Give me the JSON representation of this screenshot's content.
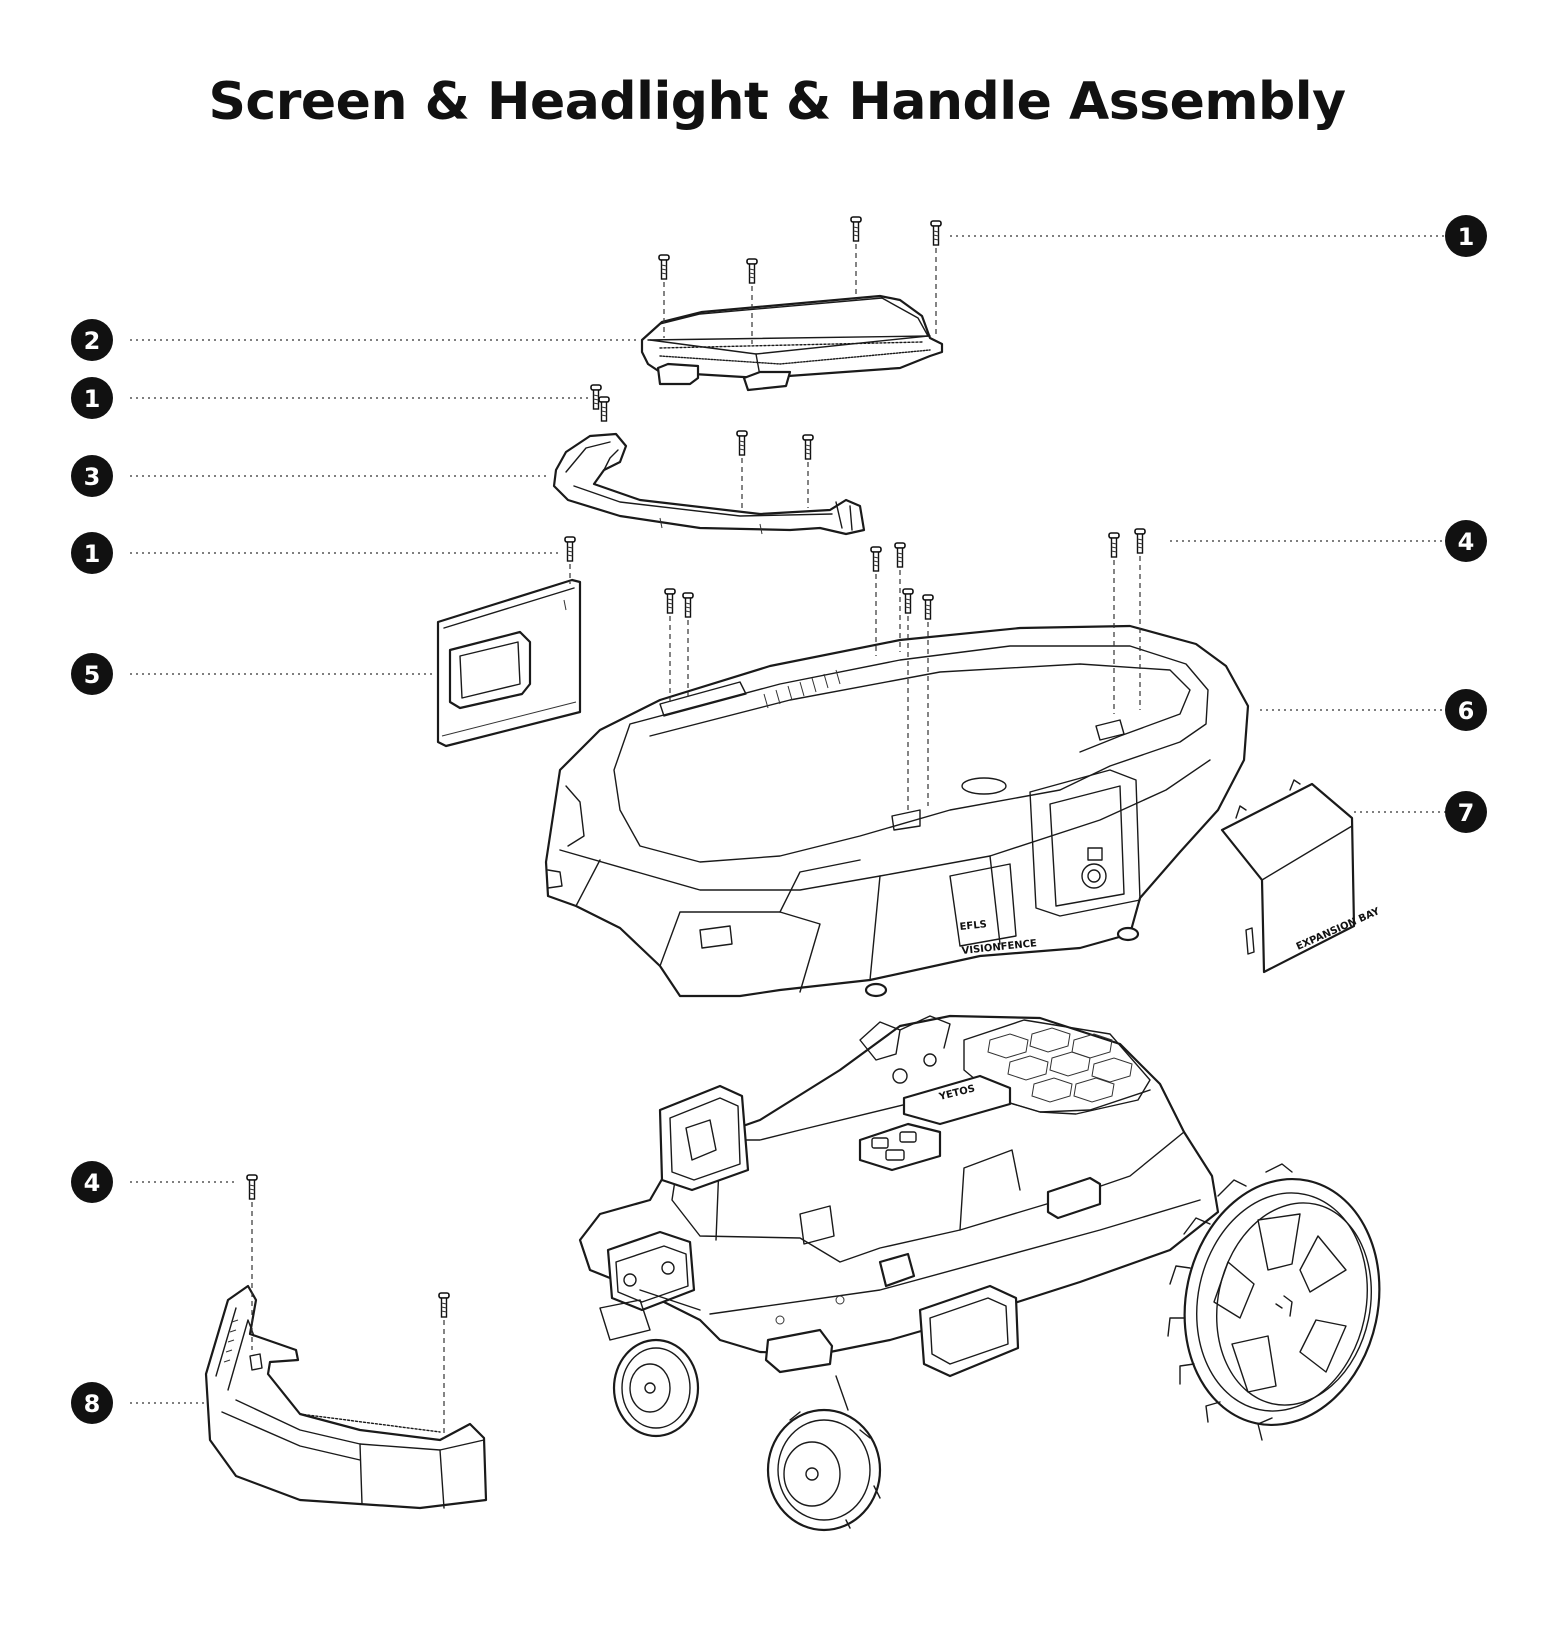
{
  "title": "Screen & Headlight & Handle Assembly",
  "callouts": [
    {
      "id": "c1a",
      "number": "1",
      "target": "screen screws"
    },
    {
      "id": "c2",
      "number": "2",
      "target": "screen"
    },
    {
      "id": "c1b",
      "number": "1",
      "target": "headlight screws"
    },
    {
      "id": "c3",
      "number": "3",
      "target": "headlight / handle"
    },
    {
      "id": "c1c",
      "number": "1",
      "target": "side cover screw"
    },
    {
      "id": "c4a",
      "number": "4",
      "target": "top cover screws"
    },
    {
      "id": "c5",
      "number": "5",
      "target": "side cover"
    },
    {
      "id": "c6",
      "number": "6",
      "target": "top cover"
    },
    {
      "id": "c7",
      "number": "7",
      "target": "expansion bay cover"
    },
    {
      "id": "c4b",
      "number": "4",
      "target": "bumper screws"
    },
    {
      "id": "c8",
      "number": "8",
      "target": "front bumper"
    }
  ],
  "part_labels": {
    "expansion_bay": "EXPANSION BAY",
    "efls": "EFLS",
    "visionfence": "VISIONFENCE",
    "brand": "YETOS"
  },
  "colors": {
    "ink": "#111111",
    "background": "#ffffff"
  }
}
